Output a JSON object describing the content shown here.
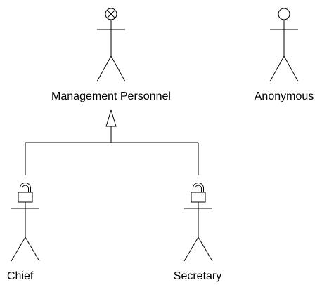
{
  "diagram": {
    "actors": {
      "management": {
        "label": "Management Personnel",
        "head_icon": "crossed-circle-head-icon"
      },
      "anonymous": {
        "label": "Anonymous",
        "head_icon": "circle-head-icon"
      },
      "chief": {
        "label": "Chief",
        "head_icon": "padlock-head-icon"
      },
      "secretary": {
        "label": "Secretary",
        "head_icon": "padlock-head-icon"
      }
    },
    "relationships": [
      {
        "type": "generalization",
        "from": "Chief",
        "to": "Management Personnel"
      },
      {
        "type": "generalization",
        "from": "Secretary",
        "to": "Management Personnel"
      }
    ],
    "colors": {
      "stroke": "#000000",
      "background": "#ffffff"
    }
  }
}
